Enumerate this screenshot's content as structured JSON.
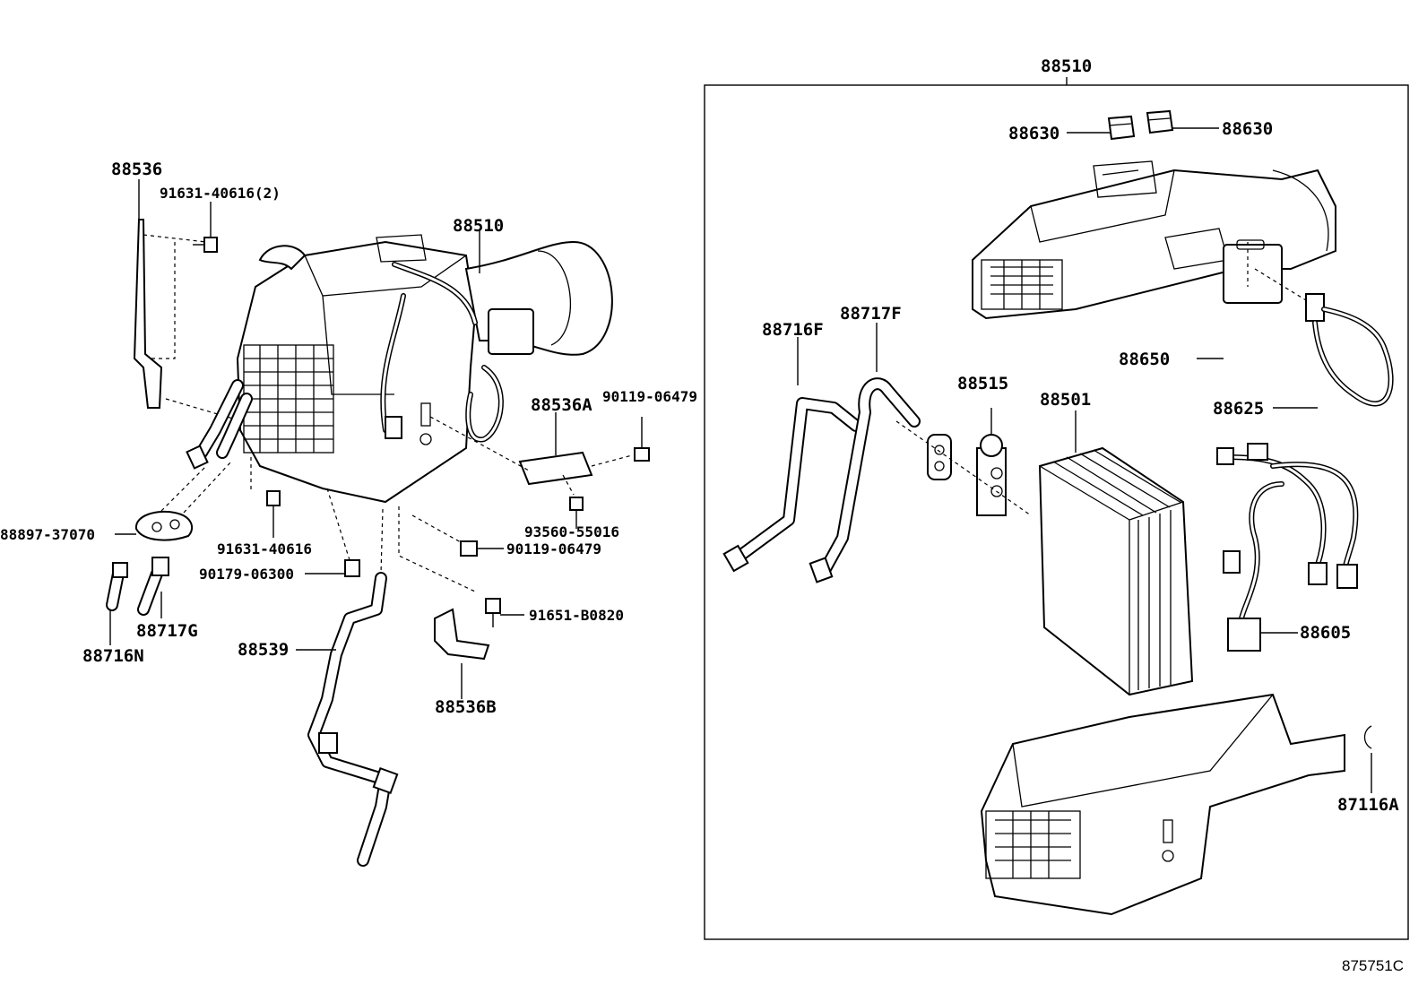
{
  "labels": {
    "header_88510": "88510",
    "main_88510": "88510",
    "p88536": "88536",
    "p91631_40616_2": "91631-40616(2)",
    "p88536A": "88536A",
    "p90119_06479_a": "90119-06479",
    "p93560_55016": "93560-55016",
    "p90119_06479_b": "90119-06479",
    "p88897_37070": "88897-37070",
    "p91631_40616": "91631-40616",
    "p90179_06300": "90179-06300",
    "p88717G": "88717G",
    "p88716N": "88716N",
    "p88539": "88539",
    "p91651_B0820": "91651-B0820",
    "p88536B": "88536B",
    "p88630_left": "88630",
    "p88630_right": "88630",
    "p88716F": "88716F",
    "p88717F": "88717F",
    "p88515": "88515",
    "p88501": "88501",
    "p88650": "88650",
    "p88625": "88625",
    "p88605": "88605",
    "p87116A": "87116A"
  },
  "figure_code": "875751C"
}
